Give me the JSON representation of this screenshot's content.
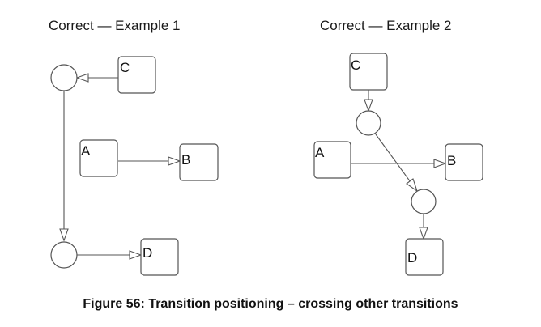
{
  "examples": [
    {
      "title": "Correct — Example 1",
      "nodes": {
        "A": "A",
        "B": "B",
        "C": "C",
        "D": "D"
      }
    },
    {
      "title": "Correct — Example 2",
      "nodes": {
        "A": "A",
        "B": "B",
        "C": "C",
        "D": "D"
      }
    }
  ],
  "caption": "Figure 56: Transition positioning – crossing other transitions",
  "colors": {
    "stroke": "#555555",
    "text": "#111111",
    "background": "#ffffff"
  }
}
